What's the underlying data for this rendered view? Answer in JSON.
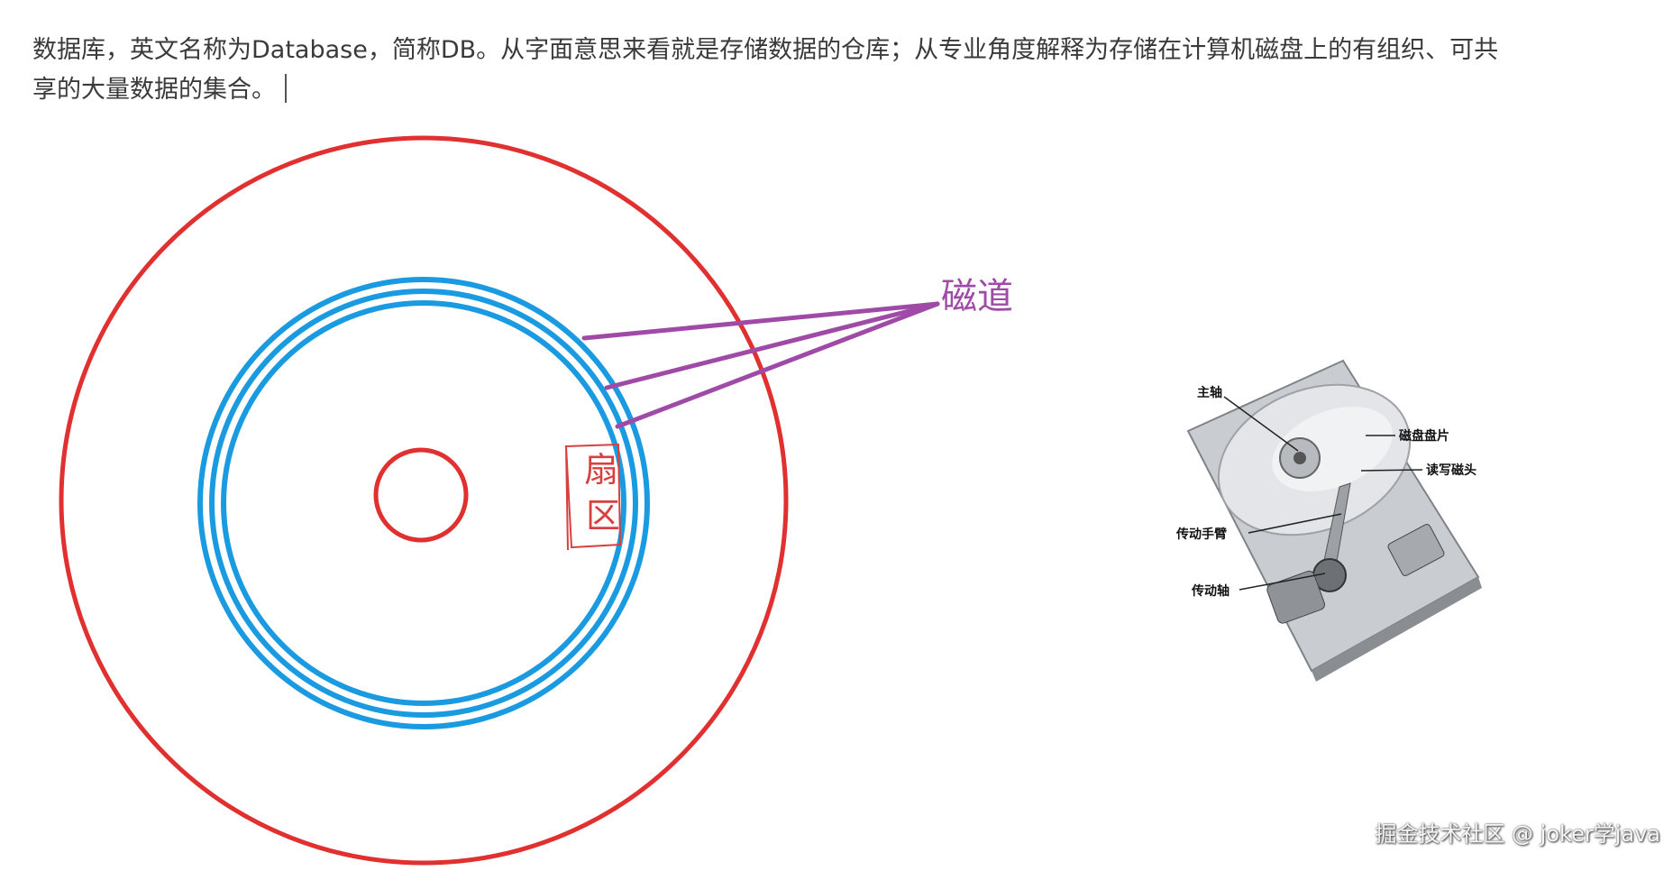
{
  "paragraph": {
    "line1": "数据库，英文名称为Database，简称DB。从字面意思来看就是存储数据的仓库；从专业角度解释为存储在计算机磁盘上的有组织、可共",
    "line2": "享的大量数据的集合。"
  },
  "diagram": {
    "track_label": "磁道",
    "sector_label_1": "扇",
    "sector_label_2": "区",
    "colors": {
      "outer": "#e03030",
      "track": "#1a9ae0",
      "pointer": "#a04aa8",
      "sector": "#d84040"
    }
  },
  "hdd_photo": {
    "labels": {
      "spindle": "主轴",
      "platter": "磁盘盘片",
      "head": "读写磁头",
      "arm": "传动手臂",
      "actuator_axis": "传动轴"
    }
  },
  "watermark": "掘金技术社区 @ joker学java"
}
